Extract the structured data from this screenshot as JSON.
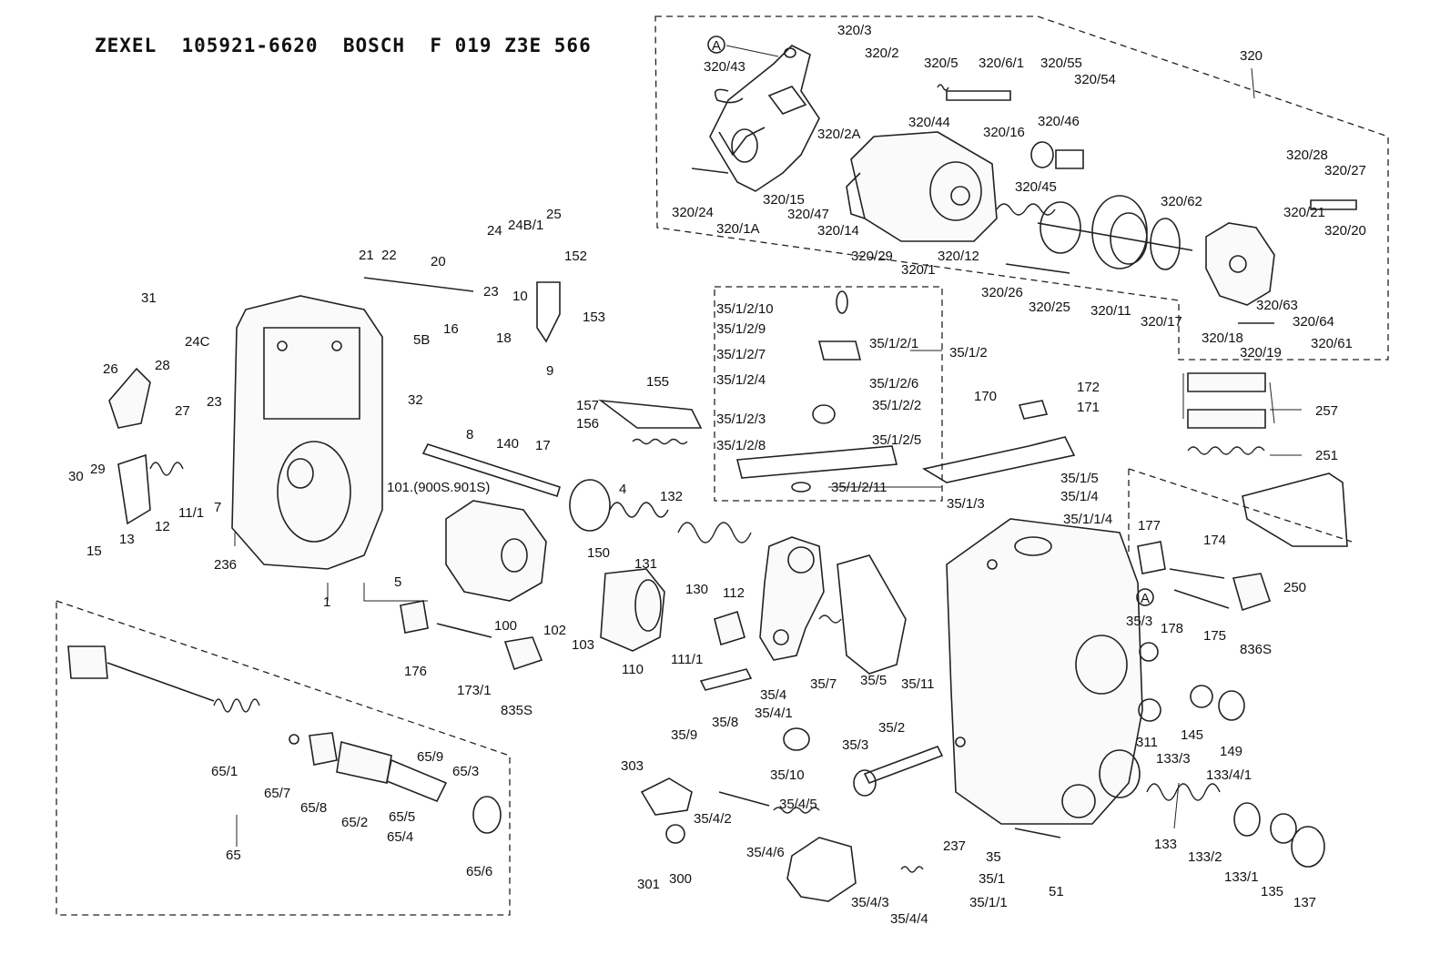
{
  "header": {
    "title": "ZEXEL  105921-6620  BOSCH  F 019 Z3E 566"
  },
  "groups": {
    "g320": "320",
    "g35_1_2": "35/1/2",
    "g65": "65"
  },
  "labels": {
    "A1": "A",
    "A2": "A",
    "p320_3": "320/3",
    "p320_2": "320/2",
    "p320_43": "320/43",
    "p320_5": "320/5",
    "p320_6_1": "320/6/1",
    "p320_55": "320/55",
    "p320_54": "320/54",
    "p320_44": "320/44",
    "p320_46": "320/46",
    "p320_2A": "320/2A",
    "p320_16": "320/16",
    "p320_45": "320/45",
    "p320_28": "320/28",
    "p320_27": "320/27",
    "p320_24": "320/24",
    "p320_15": "320/15",
    "p320_47": "320/47",
    "p320_14": "320/14",
    "p320_1A": "320/1A",
    "p320_29": "320/29",
    "p320_1": "320/1",
    "p320_12": "320/12",
    "p320_62": "320/62",
    "p320_21": "320/21",
    "p320_20": "320/20",
    "p320_26": "320/26",
    "p320_25": "320/25",
    "p320_11": "320/11",
    "p320_17": "320/17",
    "p320_63": "320/63",
    "p320_64": "320/64",
    "p320_18": "320/18",
    "p320_19": "320/19",
    "p320_61": "320/61",
    "p21": "21",
    "p22": "22",
    "p20": "20",
    "p24": "24",
    "p24B_1": "24B/1",
    "p25": "25",
    "p152": "152",
    "p153": "153",
    "p23a": "23",
    "p31": "31",
    "p24C": "24C",
    "p5B": "5B",
    "p16": "16",
    "p10": "10",
    "p18": "18",
    "p9": "9",
    "p26": "26",
    "p28": "28",
    "p27": "27",
    "p23b": "23",
    "p32": "32",
    "p8": "8",
    "p17": "17",
    "p155": "155",
    "p157": "157",
    "p156": "156",
    "p30": "30",
    "p29": "29",
    "p140": "140",
    "p4": "4",
    "p132": "132",
    "p101": "101.(900S.901S)",
    "p13": "13",
    "p12": "12",
    "p11_1": "11/1",
    "p7": "7",
    "p15": "15",
    "p236": "236",
    "p1": "1",
    "p5": "5",
    "p150": "150",
    "p131": "131",
    "p130": "130",
    "p100": "100",
    "p102": "102",
    "p103": "103",
    "p110": "110",
    "p111_1": "111/1",
    "p112": "112",
    "p176": "176",
    "p173_1": "173/1",
    "p835S": "835S",
    "p35_1_2_10": "35/1/2/10",
    "p35_1_2_9": "35/1/2/9",
    "p35_1_2_7": "35/1/2/7",
    "p35_1_2_1": "35/1/2/1",
    "p35_1_2_4": "35/1/2/4",
    "p35_1_2_6": "35/1/2/6",
    "p35_1_2_2": "35/1/2/2",
    "p35_1_2_3": "35/1/2/3",
    "p35_1_2_8": "35/1/2/8",
    "p35_1_2_5": "35/1/2/5",
    "p35_1_2_11": "35/1/2/11",
    "p172": "172",
    "p170": "170",
    "p171": "171",
    "p35_1_5": "35/1/5",
    "p35_1_4": "35/1/4",
    "p35_1_3": "35/1/3",
    "p35_1_1_4": "35/1/1/4",
    "p177": "177",
    "p174": "174",
    "p257": "257",
    "p251": "251",
    "p250": "250",
    "p178": "178",
    "p175": "175",
    "p836S": "836S",
    "p35_3a": "35/3",
    "p35_4": "35/4",
    "p35_4_1": "35/4/1",
    "p35_7": "35/7",
    "p35_5": "35/5",
    "p35_11": "35/11",
    "p35_9": "35/9",
    "p35_8": "35/8",
    "p35_10": "35/10",
    "p35_2": "35/2",
    "p35_3b": "35/3",
    "p145": "145",
    "p149": "149",
    "p311": "311",
    "p65_1": "65/1",
    "p65_7": "65/7",
    "p65_8": "65/8",
    "p65_2": "65/2",
    "p65_9": "65/9",
    "p65_3": "65/3",
    "p65_5": "65/5",
    "p65_4": "65/4",
    "p65_6": "65/6",
    "p65": "65",
    "p303": "303",
    "p35_4_2": "35/4/2",
    "p35_4_5": "35/4/5",
    "p35_4_6": "35/4/6",
    "p301": "301",
    "p300": "300",
    "p35_4_3": "35/4/3",
    "p35_4_4": "35/4/4",
    "p237": "237",
    "p35": "35",
    "p35_1": "35/1",
    "p35_1_1": "35/1/1",
    "p51": "51",
    "p133_3": "133/3",
    "p133_4_1": "133/4/1",
    "p133": "133",
    "p133_2": "133/2",
    "p133_1": "133/1",
    "p135": "135",
    "p137": "137"
  }
}
